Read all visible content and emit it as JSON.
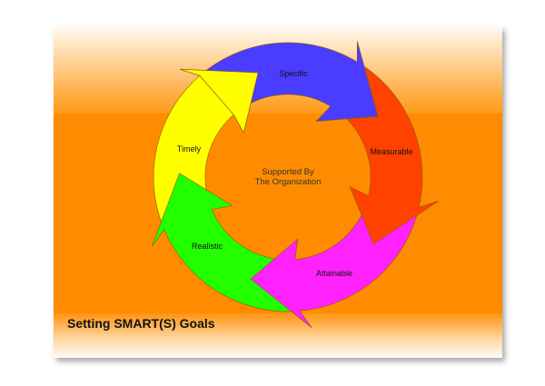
{
  "title": "Setting SMART(S) Goals",
  "center_text": [
    "Supported By",
    "The Organization"
  ],
  "steps": [
    {
      "label": "Specific",
      "color": "#4b3dff"
    },
    {
      "label": "Measurable",
      "color": "#ff4200"
    },
    {
      "label": "Attainable",
      "color": "#ff22ff"
    },
    {
      "label": "Realistic",
      "color": "#22ff00"
    },
    {
      "label": "Timely",
      "color": "#ffff00"
    }
  ],
  "background_color": "#ff8c00"
}
